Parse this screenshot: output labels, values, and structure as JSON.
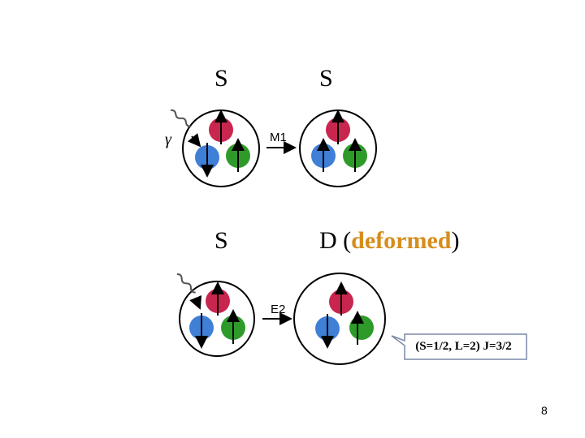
{
  "row1": {
    "left_state": "S",
    "right_state": "S",
    "transition": "M1",
    "photon_label": "γ"
  },
  "row2": {
    "left_state": "S",
    "right_state_prefix": "D (",
    "right_state_emph": "deformed",
    "right_state_suffix": ")",
    "transition": "E2",
    "callout": "(S=1/2, L=2) J=3/2"
  },
  "page_number": "8",
  "colors": {
    "quark_red": "#c8264f",
    "quark_blue": "#3f7fd6",
    "quark_green": "#2e9a2a",
    "emphasis": "#d58d1c"
  }
}
